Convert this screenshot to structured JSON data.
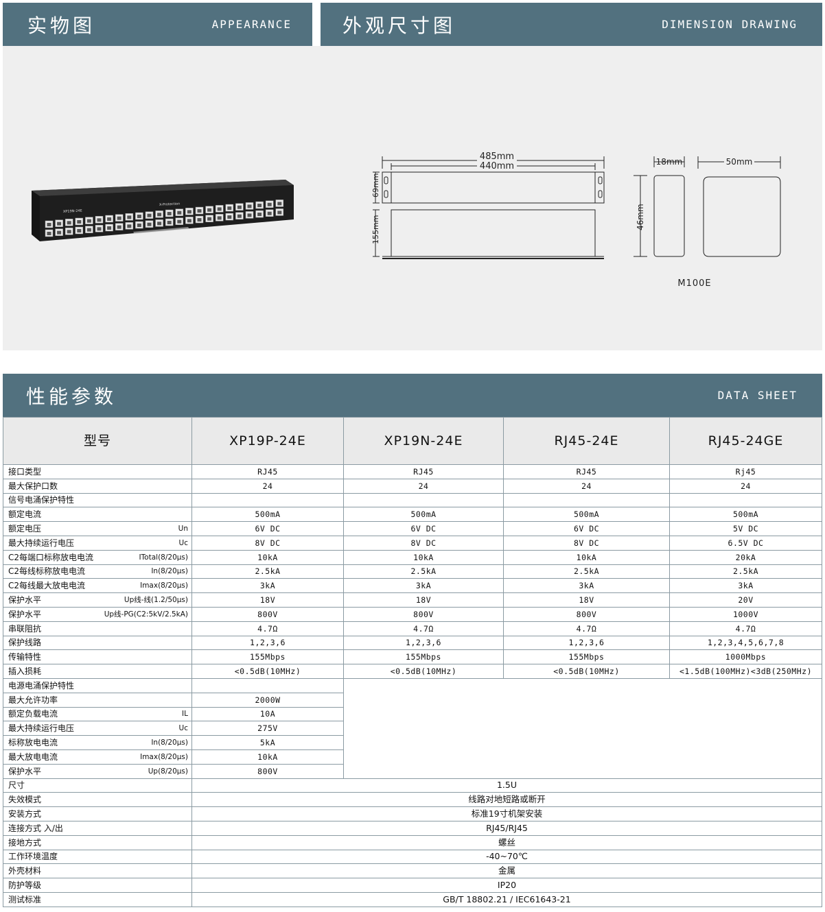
{
  "sections": {
    "appearance": {
      "title": "实物图",
      "subtitle": "APPEARANCE"
    },
    "dimension": {
      "title": "外观尺寸图",
      "subtitle": "DIMENSION DRAWING"
    },
    "datasheet": {
      "title": "性能参数",
      "subtitle": "DATA SHEET"
    }
  },
  "product": {
    "model_print": "XP19N-24E",
    "brand_print": "X-Protection"
  },
  "drawing": {
    "width_outer": "485mm",
    "width_inner": "440mm",
    "height_front": "69mm",
    "depth_top": "155mm",
    "module_width": "18mm",
    "module_depth": "50mm",
    "module_height": "46mm",
    "module_name": "M100E"
  },
  "table": {
    "model_header": "型号",
    "models": [
      "XP19P-24E",
      "XP19N-24E",
      "RJ45-24E",
      "RJ45-24GE"
    ],
    "signal_rows": [
      {
        "label": "接口类型",
        "cond": "",
        "values": [
          "RJ45",
          "RJ45",
          "RJ45",
          "Rj45"
        ]
      },
      {
        "label": "最大保护口数",
        "cond": "",
        "values": [
          "24",
          "24",
          "24",
          "24"
        ]
      },
      {
        "label": "信号电涌保护特性",
        "cond": "",
        "values": [
          "",
          "",
          "",
          ""
        ]
      },
      {
        "label": "额定电流",
        "cond": "",
        "values": [
          "500mA",
          "500mA",
          "500mA",
          "500mA"
        ]
      },
      {
        "label": "额定电压",
        "cond": "Un",
        "values": [
          "6V DC",
          "6V DC",
          "6V DC",
          "5V DC"
        ]
      },
      {
        "label": "最大持续运行电压",
        "cond": "Uc",
        "values": [
          "8V DC",
          "8V DC",
          "8V DC",
          "6.5V DC"
        ]
      },
      {
        "label": "C2每端口标称放电电流",
        "cond": "ITotal(8/20μs)",
        "values": [
          "10kA",
          "10kA",
          "10kA",
          "20kA"
        ]
      },
      {
        "label": "C2每线标称放电电流",
        "cond": "In(8/20μs)",
        "values": [
          "2.5kA",
          "2.5kA",
          "2.5kA",
          "2.5kA"
        ]
      },
      {
        "label": "C2每线最大放电电流",
        "cond": "Imax(8/20μs)",
        "values": [
          "3kA",
          "3kA",
          "3kA",
          "3kA"
        ]
      },
      {
        "label": "保护水平",
        "cond": "Up线-线(1.2/50μs)",
        "values": [
          "18V",
          "18V",
          "18V",
          "20V"
        ]
      },
      {
        "label": "保护水平",
        "cond": "Up线-PG(C2:5kV/2.5kA)",
        "values": [
          "800V",
          "800V",
          "800V",
          "1000V"
        ]
      },
      {
        "label": "串联阻抗",
        "cond": "",
        "values": [
          "4.7Ω",
          "4.7Ω",
          "4.7Ω",
          "4.7Ω"
        ]
      },
      {
        "label": "保护线路",
        "cond": "",
        "values": [
          "1,2,3,6",
          "1,2,3,6",
          "1,2,3,6",
          "1,2,3,4,5,6,7,8"
        ]
      },
      {
        "label": "传输特性",
        "cond": "",
        "values": [
          "155Mbps",
          "155Mbps",
          "155Mbps",
          "1000Mbps"
        ]
      },
      {
        "label": "插入损耗",
        "cond": "",
        "values": [
          "<0.5dB(10MHz)",
          "<0.5dB(10MHz)",
          "<0.5dB(10MHz)",
          "<1.5dB(100MHz)<3dB(250MHz)"
        ]
      }
    ],
    "power_rows": [
      {
        "label": "电源电涌保护特性",
        "cond": "",
        "value": ""
      },
      {
        "label": "最大允许功率",
        "cond": "",
        "value": "2000W"
      },
      {
        "label": "额定负载电流",
        "cond": "IL",
        "value": "10A"
      },
      {
        "label": "最大持续运行电压",
        "cond": "Uc",
        "value": "275V"
      },
      {
        "label": "标称放电电流",
        "cond": "In(8/20μs)",
        "value": "5kA"
      },
      {
        "label": "最大放电电流",
        "cond": "Imax(8/20μs)",
        "value": "10kA"
      },
      {
        "label": "保护水平",
        "cond": "Up(8/20μs)",
        "value": "800V"
      }
    ],
    "common_rows": [
      {
        "label": "尺寸",
        "value": "1.5U"
      },
      {
        "label": "失效模式",
        "value": "线路对地短路或断开"
      },
      {
        "label": "安装方式",
        "value": "标准19寸机架安装"
      },
      {
        "label": "连接方式 入/出",
        "value": "RJ45/RJ45"
      },
      {
        "label": "接地方式",
        "value": "螺丝"
      },
      {
        "label": "工作环境温度",
        "value": "-40~70℃"
      },
      {
        "label": "外壳材料",
        "value": "金属"
      },
      {
        "label": "防护等级",
        "value": "IP20"
      },
      {
        "label": "测试标准",
        "value": "GB/T 18802.21 / IEC61643-21"
      }
    ]
  }
}
